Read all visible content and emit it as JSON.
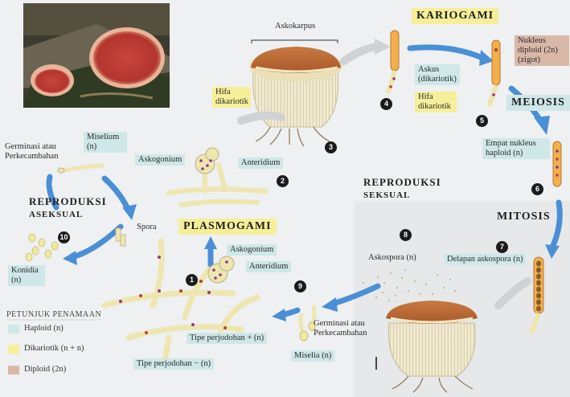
{
  "headings": {
    "kariogami": "KARIOGAMI",
    "meiosis": "MEIOSIS",
    "mitosis": "MITOSIS",
    "plasmogami": "PLASMOGAMI",
    "reproduksi_seksual": [
      "REPRODUKSI",
      "SEKSUAL"
    ],
    "reproduksi_aseksual": [
      "REPRODUKSI",
      "ASEKSUAL"
    ]
  },
  "steps": [
    "1",
    "2",
    "3",
    "4",
    "5",
    "6",
    "7",
    "8",
    "9",
    "10"
  ],
  "labels": {
    "askokarpus": "Askokarpus",
    "hifa_dikariotik_1": "Hifa dikariotik",
    "askus_dikariotik": "Askus (dikariotik)",
    "hifa_dikariotik_2": "Hifa dikariotik",
    "nukleus_diploid": "Nukleus diploid (2n) (zigot)",
    "empat_nukleus_haploid": "Empat nukleus haploid (n)",
    "delapan_askospora": "Delapan askospora (n)",
    "askospora": "Askospora (n)",
    "germinasi_bawah": "Germinasi atau Perkecambahan",
    "miselia": "Miselia (n)",
    "askogonium_2": "Askogonium",
    "anteridium_2": "Anteridium",
    "askogonium_1": "Askogonium",
    "anteridium_1": "Anteridium",
    "tipe_perjodohan_plus": "Tipe perjodohan + (n)",
    "tipe_perjodohan_minus": "Tipe perjodohan − (n)",
    "germinasi_atas": "Germinasi atau Perkecambahan",
    "miselium": "Miselium (n)",
    "spora": "Spora",
    "konidia": "Konidia (n)"
  },
  "legend": {
    "title": "PETUNJUK PENAMAAN",
    "items": [
      {
        "label": "Haploid (n)",
        "color": "#cfe7e8"
      },
      {
        "label": "Dikariotik (n + n)",
        "color": "#f6ef9a"
      },
      {
        "label": "Diploid (2n)",
        "color": "#d9b8a8"
      }
    ]
  },
  "colors": {
    "arrow": "#4a8fd6",
    "haploid": "#cfe7e8",
    "dikariotik": "#f6ef9a",
    "diploid": "#d9b8a8"
  }
}
